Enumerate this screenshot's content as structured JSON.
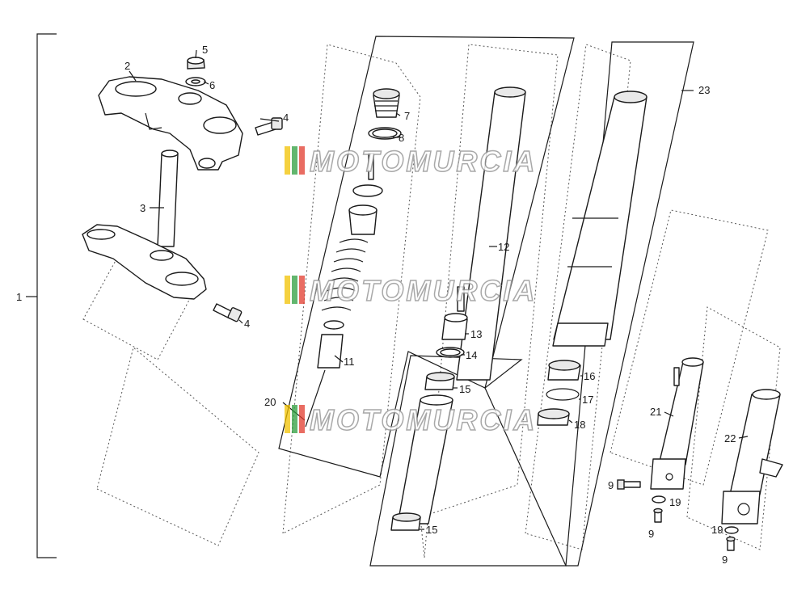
{
  "diagram": {
    "callouts": [
      {
        "id": "c1",
        "text": "1"
      },
      {
        "id": "c2",
        "text": "2"
      },
      {
        "id": "c3",
        "text": "3"
      },
      {
        "id": "c4a",
        "text": "4"
      },
      {
        "id": "c4b",
        "text": "4"
      },
      {
        "id": "c5",
        "text": "5"
      },
      {
        "id": "c6",
        "text": "6"
      },
      {
        "id": "c7",
        "text": "7"
      },
      {
        "id": "c8",
        "text": "8"
      },
      {
        "id": "c9a",
        "text": "9"
      },
      {
        "id": "c9b",
        "text": "9"
      },
      {
        "id": "c9c",
        "text": "9"
      },
      {
        "id": "c11",
        "text": "11"
      },
      {
        "id": "c12",
        "text": "12"
      },
      {
        "id": "c13",
        "text": "13"
      },
      {
        "id": "c14",
        "text": "14"
      },
      {
        "id": "c15a",
        "text": "15"
      },
      {
        "id": "c15b",
        "text": "15"
      },
      {
        "id": "c16",
        "text": "16"
      },
      {
        "id": "c17",
        "text": "17"
      },
      {
        "id": "c18",
        "text": "18"
      },
      {
        "id": "c19a",
        "text": "19"
      },
      {
        "id": "c19b",
        "text": "19"
      },
      {
        "id": "c20",
        "text": "20"
      },
      {
        "id": "c21",
        "text": "21"
      },
      {
        "id": "c22",
        "text": "22"
      },
      {
        "id": "c23",
        "text": "23"
      }
    ],
    "watermark": {
      "text": "MOTOMURCIA",
      "colors": [
        "#f2c200",
        "#2e9e3e",
        "#e23b2e"
      ]
    }
  }
}
